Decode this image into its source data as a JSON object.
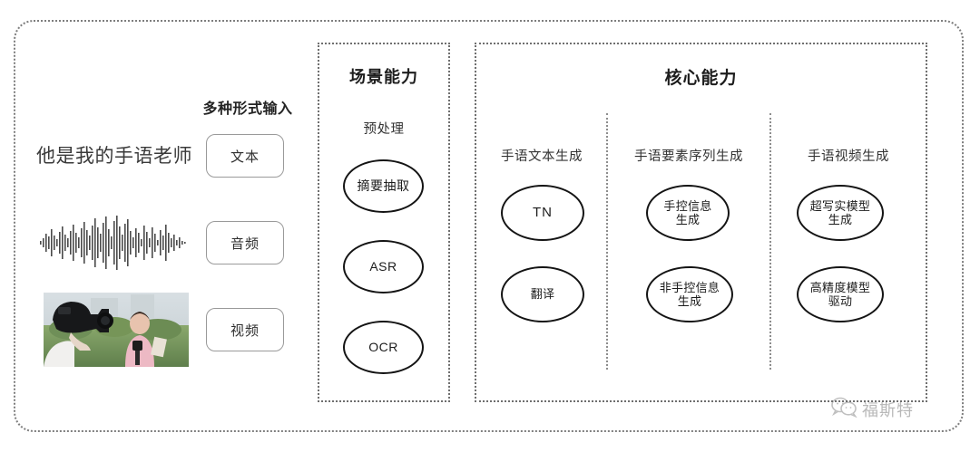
{
  "diagram": {
    "title_hidden": "",
    "input_section": {
      "heading": "多种形式输入",
      "sample_text": "他是我的手语老师",
      "modalities": [
        {
          "label": "文本",
          "icon": "text-icon"
        },
        {
          "label": "音频",
          "icon": "audio-waveform-icon"
        },
        {
          "label": "视频",
          "icon": "video-thumbnail-icon"
        }
      ]
    },
    "scene_panel": {
      "title": "场景能力",
      "subheading": "预处理",
      "nodes": [
        {
          "label": "摘要抽取"
        },
        {
          "label": "ASR"
        },
        {
          "label": "OCR"
        }
      ]
    },
    "core_panel": {
      "title": "核心能力",
      "columns": [
        {
          "subheading": "手语文本生成",
          "nodes": [
            {
              "line1": "TN",
              "line2": ""
            },
            {
              "line1": "翻译",
              "line2": ""
            }
          ]
        },
        {
          "subheading": "手语要素序列生成",
          "nodes": [
            {
              "line1": "手控信息",
              "line2": "生成"
            },
            {
              "line1": "非手控信息",
              "line2": "生成"
            }
          ]
        },
        {
          "subheading": "手语视频生成",
          "nodes": [
            {
              "line1": "超写实模型",
              "line2": "生成"
            },
            {
              "line1": "高精度模型",
              "line2": "驱动"
            }
          ]
        }
      ]
    },
    "watermark": {
      "text": "福斯特",
      "icon": "wechat-bubbles-icon"
    },
    "colors": {
      "background": "#ffffff",
      "frame_border": "#7e7e7e",
      "panel_border": "#6f6f6f",
      "node_stroke": "#141414",
      "box_border": "#9a9a9a",
      "text": "#2b2b2b"
    }
  }
}
